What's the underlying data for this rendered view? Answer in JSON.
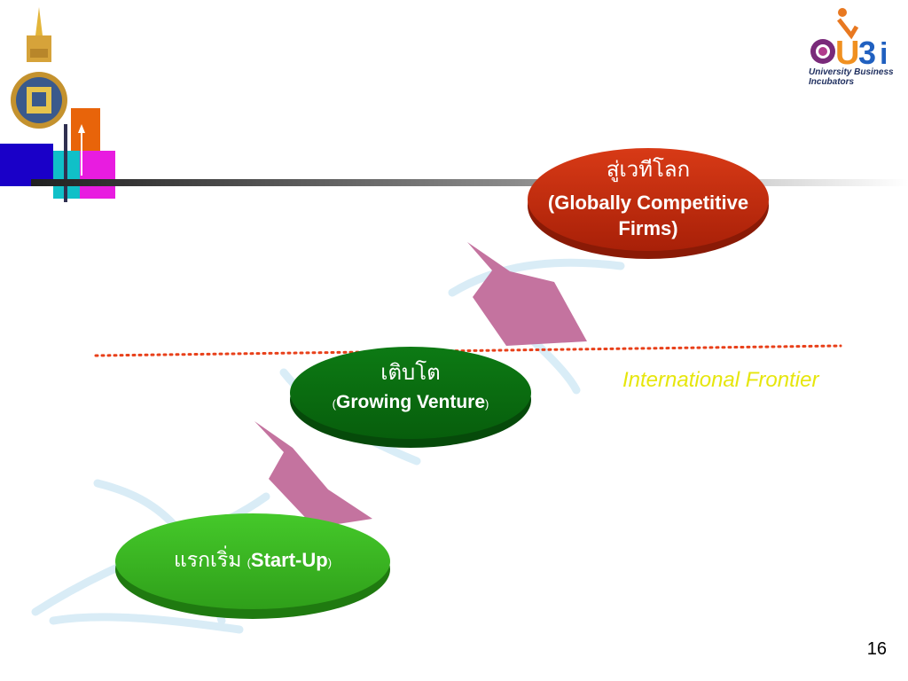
{
  "logo": {
    "line1": "University Business",
    "line2": "Incubators"
  },
  "stages": {
    "global": {
      "thai": "สู่เวทีโลก",
      "english_line1": "(Globally Competitive",
      "english_line2": "Firms)"
    },
    "growing": {
      "thai": "เติบโต",
      "paren_open": "(",
      "english": "Growing Venture",
      "paren_close": ")"
    },
    "startup": {
      "thai": "แรกเริ่ม",
      "paren_open": "(",
      "english": "Start-Up",
      "paren_close": ")"
    }
  },
  "frontier_label": "International Frontier",
  "page_number": "16",
  "colors": {
    "global_fill": "#c0290c",
    "growing_fill": "#0c6e12",
    "startup_fill": "#3bbd24",
    "arrow_fill": "#c4739f",
    "frontier_line": "#e8401a",
    "frontier_text": "#e8e80a"
  }
}
